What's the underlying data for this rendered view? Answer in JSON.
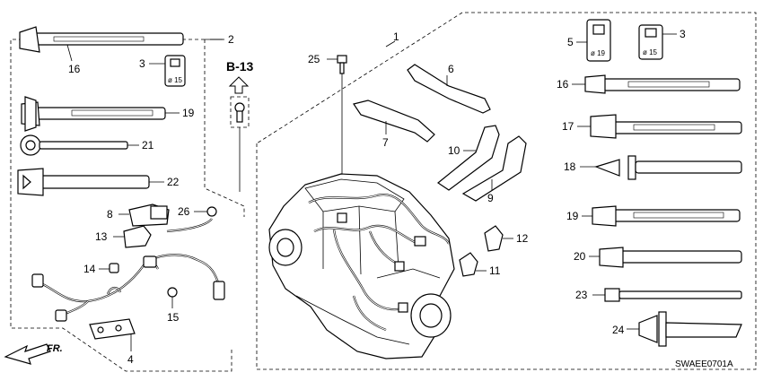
{
  "diagram": {
    "diagram_code": "SWAEE0701A",
    "reference_box": "B-13",
    "direction_label": "FR.",
    "callouts": {
      "c1": "1",
      "c2": "2",
      "c3a": "3",
      "c3b": "3",
      "c4": "4",
      "c5": "5",
      "c6": "6",
      "c7": "7",
      "c8": "8",
      "c9": "9",
      "c10": "10",
      "c11": "11",
      "c12": "12",
      "c13": "13",
      "c14": "14",
      "c15": "15",
      "c16a": "16",
      "c16b": "16",
      "c17": "17",
      "c18": "18",
      "c19a": "19",
      "c19b": "19",
      "c20": "20",
      "c21": "21",
      "c22": "22",
      "c23": "23",
      "c24": "24",
      "c25": "25",
      "c26": "26"
    },
    "clip_sizes": {
      "size_a": "ø 15",
      "size_b": "ø 19",
      "size_c": "ø 15"
    }
  }
}
